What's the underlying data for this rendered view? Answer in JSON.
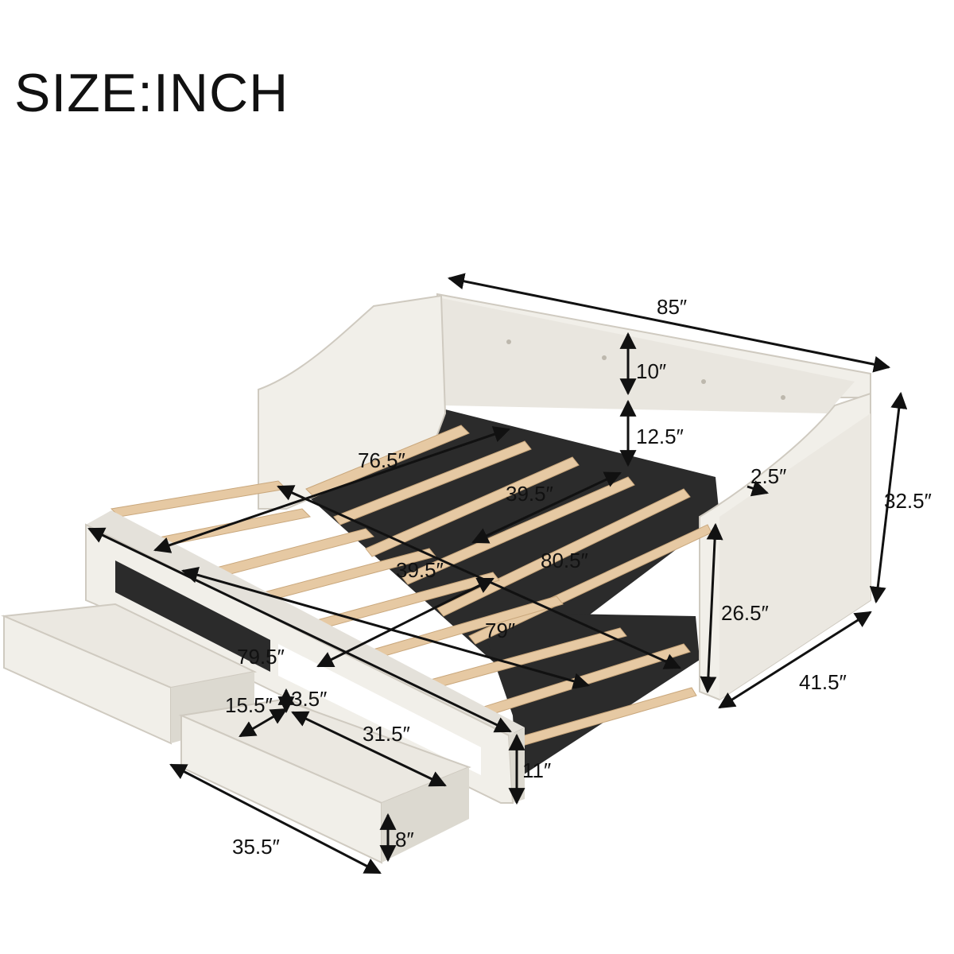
{
  "title": "SIZE:INCH",
  "dimensions": {
    "overall_length": "85″",
    "backrest_height": "10″",
    "seat_to_backrest": "12.5″",
    "arm_thickness": "2.5″",
    "overall_height": "32.5″",
    "arm_height": "26.5″",
    "overall_depth": "41.5″",
    "slat_length_top": "76.5″",
    "slat_width_top": "39.5″",
    "slat_width_trundle": "39.5″",
    "frame_length": "80.5″",
    "trundle_length": "79″",
    "trundle_front_length": "79.5″",
    "drawer_inner_width": "15.5″",
    "drawer_inner_height": "3.5″",
    "drawer_inner_length": "31.5″",
    "trundle_height": "11″",
    "drawer_length": "35.5″",
    "drawer_height": "8″"
  },
  "colors": {
    "upholstery": "#f1efe9",
    "upholstery_shade": "#dcd9d0",
    "slat": "#e6c9a3",
    "frame": "#2b2b2b",
    "line": "#111111"
  }
}
